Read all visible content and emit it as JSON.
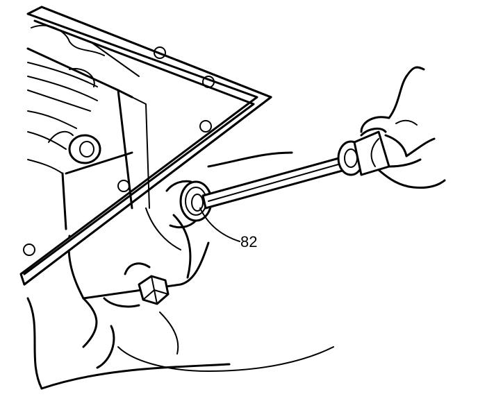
{
  "figure": {
    "callouts": [
      {
        "id": "82",
        "label": "82"
      }
    ],
    "parts": [
      "transmission-case",
      "oil-pan-flange",
      "shaft-seal",
      "seal-removal-tool",
      "hand",
      "drain-bolt"
    ],
    "line_color": "#000000",
    "background": "#ffffff"
  }
}
